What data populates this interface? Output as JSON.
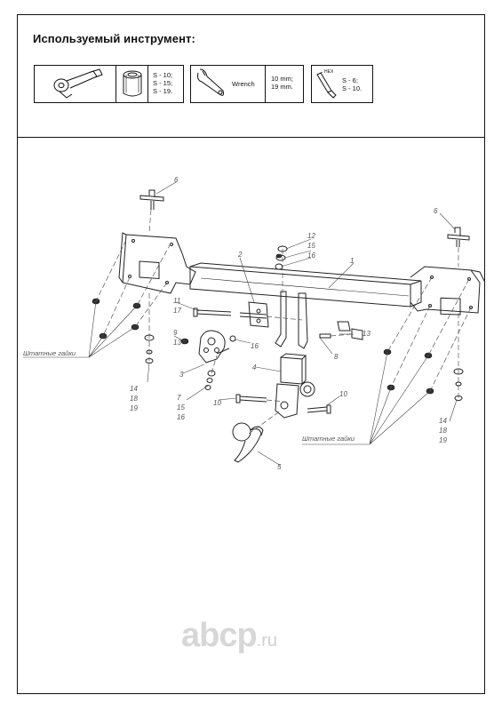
{
  "header": {
    "title": "Используемый инструмент:"
  },
  "tools": {
    "socket_sizes": [
      "S - 10;",
      "S - 15;",
      "S - 19."
    ],
    "wrench_label": "Wrench",
    "wrench_sizes": [
      "10 mm;",
      "19 mm."
    ],
    "hex_tag": "HEX",
    "hex_sizes": [
      "S - 6;",
      "S - 10."
    ]
  },
  "diagram": {
    "callouts": {
      "p1": "1",
      "p2": "2",
      "p3": "3",
      "p4": "4",
      "p5": "5",
      "p6_left": "6",
      "p6_right": "6",
      "p7": "7",
      "p8": "8",
      "p9": "9",
      "p10_left": "10",
      "p10_right": "10",
      "p11": "11",
      "p12": "12",
      "p13_left": "13",
      "p13_right": "13",
      "p14_left": "14",
      "p14_right": "14",
      "p15_top": "15",
      "p15_mid": "15",
      "p16_top": "16",
      "p16_mid": "16",
      "p16_low": "16",
      "p17": "17",
      "p18_left": "18",
      "p18_right": "18",
      "p19_left": "19",
      "p19_right": "19"
    },
    "stock_nuts_left": "Штатные гайки",
    "stock_nuts_right": "Штатные гайки"
  },
  "watermark": {
    "main": "abcp",
    "suffix": ".ru"
  }
}
